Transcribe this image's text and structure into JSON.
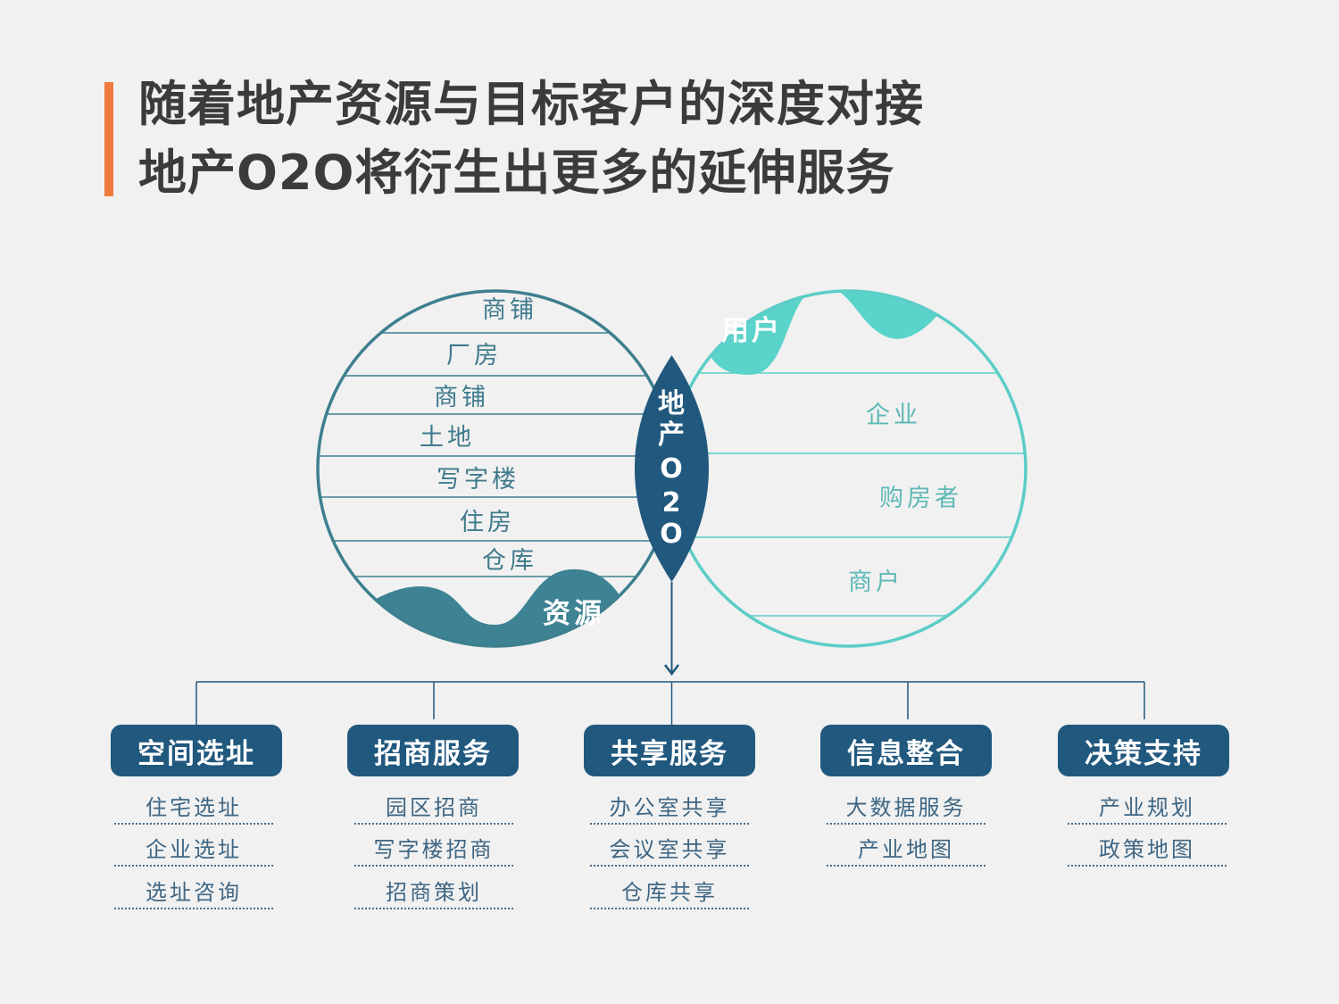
{
  "title": {
    "line1": "随着地产资源与目标客户的深度对接",
    "line2": "地产O2O将衍生出更多的延伸服务"
  },
  "left_circle": {
    "label": "资源",
    "items": [
      "商铺",
      "厂房",
      "商铺",
      "土地",
      "写字楼",
      "住房",
      "仓库"
    ]
  },
  "right_circle": {
    "label": "用户",
    "items": [
      "企业",
      "购房者",
      "商户"
    ]
  },
  "center": {
    "chars": [
      "地",
      "产",
      "O",
      "2",
      "O"
    ]
  },
  "categories": [
    {
      "label": "空间选址",
      "items": [
        "住宅选址",
        "企业选址",
        "选址咨询"
      ]
    },
    {
      "label": "招商服务",
      "items": [
        "园区招商",
        "写字楼招商",
        "招商策划"
      ]
    },
    {
      "label": "共享服务",
      "items": [
        "办公室共享",
        "会议室共享",
        "仓库共享"
      ]
    },
    {
      "label": "信息整合",
      "items": [
        "大数据服务",
        "产业地图"
      ]
    },
    {
      "label": "决策支持",
      "items": [
        "产业规划",
        "政策地图"
      ]
    }
  ],
  "colors": {
    "accent_bar": "#f07a3c",
    "left_circle": "#3d7f8f",
    "right_circle": "#5ccdc7",
    "center_lens": "#21587e",
    "category_box": "#21587e"
  }
}
